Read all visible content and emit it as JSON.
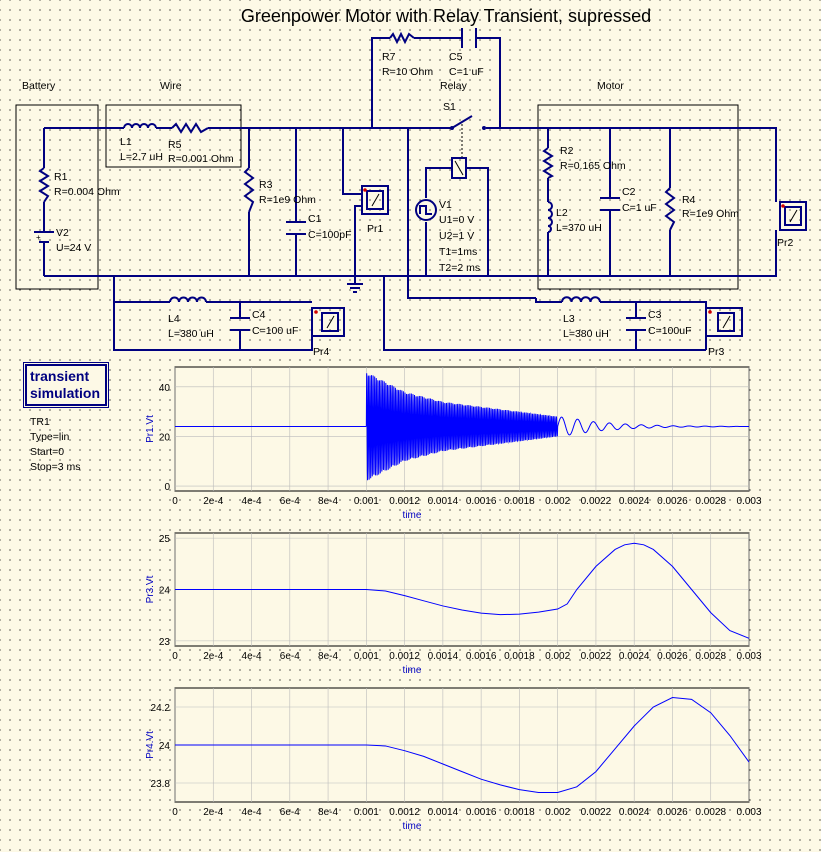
{
  "title": "Greenpower Motor with Relay Transient, supressed",
  "sections": {
    "battery": "Battery",
    "wire": "Wire",
    "relay": "Relay",
    "motor": "Motor"
  },
  "components": {
    "R1": {
      "name": "R1",
      "value": "R=0.004 Ohm"
    },
    "V2": {
      "name": "V2",
      "value": "U=24 V"
    },
    "L1": {
      "name": "L1",
      "value": "L=2.7 uH"
    },
    "R5": {
      "name": "R5",
      "value": "R=0.001 Ohm"
    },
    "R3": {
      "name": "R3",
      "value": "R=1e9 Ohm"
    },
    "C1": {
      "name": "C1",
      "value": "C=100pF"
    },
    "R7": {
      "name": "R7",
      "value": "R=10 Ohm"
    },
    "C5": {
      "name": "C5",
      "value": "C=1 uF"
    },
    "S1": {
      "name": "S1"
    },
    "V1": {
      "name": "V1",
      "params": [
        "U1=0 V",
        "U2=1 V",
        "T1=1ms",
        "T2=2 ms"
      ]
    },
    "R2": {
      "name": "R2",
      "value": "R=0.165 Ohm"
    },
    "L2": {
      "name": "L2",
      "value": "L=370 uH"
    },
    "C2": {
      "name": "C2",
      "value": "C=1 uF"
    },
    "R4": {
      "name": "R4",
      "value": "R=1e9 Ohm"
    },
    "L4": {
      "name": "L4",
      "value": "L=380 uH"
    },
    "C4": {
      "name": "C4",
      "value": "C=100 uF"
    },
    "L3": {
      "name": "L3",
      "value": "L=380 uH"
    },
    "C3": {
      "name": "C3",
      "value": "C=100uF"
    },
    "Pr1": {
      "name": "Pr1"
    },
    "Pr2": {
      "name": "Pr2"
    },
    "Pr3": {
      "name": "Pr3"
    },
    "Pr4": {
      "name": "Pr4"
    }
  },
  "simulation": {
    "label_line1": "transient",
    "label_line2": "simulation",
    "params": [
      "TR1",
      "Type=lin",
      "Start=0",
      "Stop=3 ms"
    ]
  },
  "colors": {
    "wire": "#000080",
    "curve": "#0000ff",
    "background": "#fdf9e6",
    "axis_label": "#0000c0"
  },
  "chart_data": [
    {
      "type": "line",
      "ylabel": "Pr1.Vt",
      "xlabel": "time",
      "xlim": [
        0,
        0.003
      ],
      "ylim": [
        -2,
        48
      ],
      "xticks": [
        "0",
        "2e-4",
        "4e-4",
        "6e-4",
        "8e-4",
        "0.001",
        "0.0012",
        "0.0014",
        "0.0016",
        "0.0018",
        "0.002",
        "0.0022",
        "0.0024",
        "0.0026",
        "0.0028",
        "0.003"
      ],
      "yticks": [
        0,
        20,
        40
      ],
      "series": [
        {
          "baseline": 24,
          "points": [
            [
              0,
              24
            ],
            [
              0.001,
              24
            ],
            [
              0.001,
              46
            ],
            [
              0.0011,
              42
            ],
            [
              0.0012,
              38
            ],
            [
              0.0014,
              34
            ],
            [
              0.0016,
              32
            ],
            [
              0.0018,
              30
            ],
            [
              0.002,
              28
            ],
            [
              0.0021,
              27
            ],
            [
              0.0022,
              25.8
            ],
            [
              0.0024,
              24.8
            ],
            [
              0.0026,
              24.3
            ],
            [
              0.003,
              24
            ]
          ]
        }
      ],
      "grid": true
    },
    {
      "type": "line",
      "ylabel": "Pr3.Vt",
      "xlabel": "time",
      "xlim": [
        0,
        0.003
      ],
      "ylim": [
        22.9,
        25.1
      ],
      "xticks": [
        "0",
        "2e-4",
        "4e-4",
        "6e-4",
        "8e-4",
        "0.001",
        "0.0012",
        "0.0014",
        "0.0016",
        "0.0018",
        "0.002",
        "0.0022",
        "0.0024",
        "0.0026",
        "0.0028",
        "0.003"
      ],
      "yticks": [
        23,
        24,
        25
      ],
      "series": [
        {
          "points": [
            [
              0,
              24
            ],
            [
              0.001,
              24
            ],
            [
              0.0011,
              23.97
            ],
            [
              0.0012,
              23.88
            ],
            [
              0.0013,
              23.78
            ],
            [
              0.0014,
              23.68
            ],
            [
              0.0015,
              23.6
            ],
            [
              0.0016,
              23.54
            ],
            [
              0.0017,
              23.51
            ],
            [
              0.0018,
              23.52
            ],
            [
              0.0019,
              23.56
            ],
            [
              0.002,
              23.62
            ],
            [
              0.00205,
              23.72
            ],
            [
              0.0021,
              24.0
            ],
            [
              0.0022,
              24.45
            ],
            [
              0.0023,
              24.78
            ],
            [
              0.00235,
              24.87
            ],
            [
              0.0024,
              24.9
            ],
            [
              0.00245,
              24.87
            ],
            [
              0.0025,
              24.78
            ],
            [
              0.0026,
              24.45
            ],
            [
              0.0027,
              24.0
            ],
            [
              0.0028,
              23.55
            ],
            [
              0.0029,
              23.2
            ],
            [
              0.003,
              23.05
            ]
          ]
        }
      ],
      "grid": true
    },
    {
      "type": "line",
      "ylabel": "Pr4.Vt",
      "xlabel": "time",
      "xlim": [
        0,
        0.003
      ],
      "ylim": [
        23.7,
        24.3
      ],
      "xticks": [
        "0",
        "2e-4",
        "4e-4",
        "6e-4",
        "8e-4",
        "0.001",
        "0.0012",
        "0.0014",
        "0.0016",
        "0.0018",
        "0.002",
        "0.0022",
        "0.0024",
        "0.0026",
        "0.0028",
        "0.003"
      ],
      "yticks": [
        23.8,
        24,
        24.2
      ],
      "series": [
        {
          "points": [
            [
              0,
              24
            ],
            [
              0.001,
              24
            ],
            [
              0.0011,
              23.995
            ],
            [
              0.0012,
              23.97
            ],
            [
              0.0013,
              23.94
            ],
            [
              0.0014,
              23.9
            ],
            [
              0.0015,
              23.86
            ],
            [
              0.0016,
              23.82
            ],
            [
              0.0017,
              23.79
            ],
            [
              0.0018,
              23.765
            ],
            [
              0.0019,
              23.75
            ],
            [
              0.002,
              23.75
            ],
            [
              0.0021,
              23.78
            ],
            [
              0.0022,
              23.86
            ],
            [
              0.0023,
              23.98
            ],
            [
              0.0024,
              24.1
            ],
            [
              0.0025,
              24.2
            ],
            [
              0.0026,
              24.25
            ],
            [
              0.0027,
              24.24
            ],
            [
              0.0028,
              24.17
            ],
            [
              0.0029,
              24.05
            ],
            [
              0.003,
              23.91
            ]
          ]
        }
      ],
      "grid": true
    }
  ]
}
